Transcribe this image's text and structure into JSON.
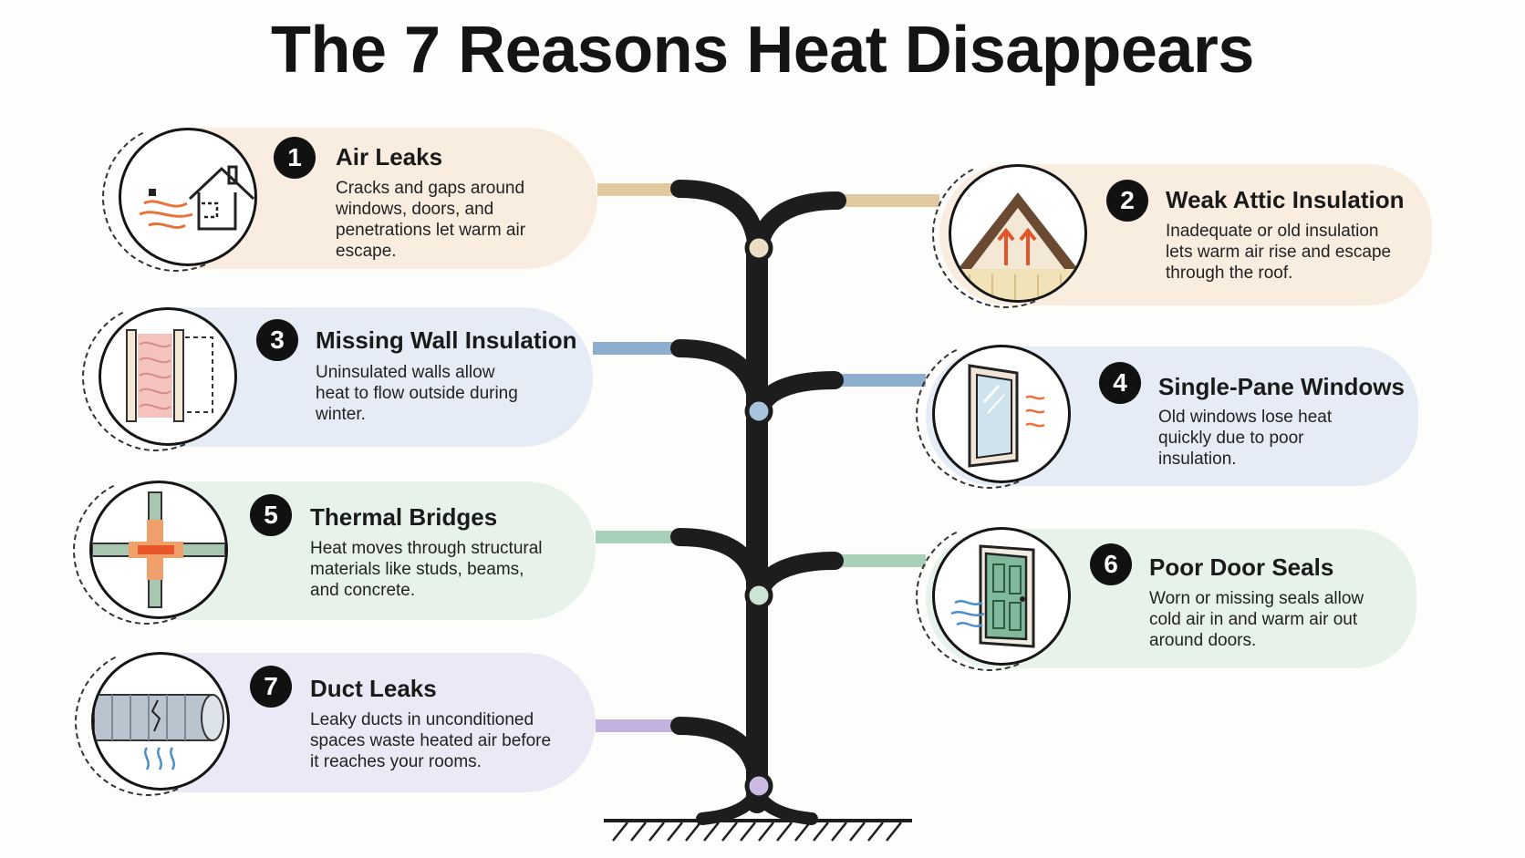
{
  "title": "The 7 Reasons Heat Disappears",
  "colors": {
    "peach": "#f9ede0",
    "blue": "#e5ecf5",
    "mint": "#e7f2ea",
    "lavender": "#ece8f5",
    "trunk": "#1d1d1d"
  },
  "reasons": [
    {
      "number": "1",
      "title": "Air Leaks",
      "description": "Cracks and gaps around windows, doors, and penetrations let warm air escape.",
      "icon": "house-airflow-icon"
    },
    {
      "number": "2",
      "title": "Weak Attic Insulation",
      "description": "Inadequate or old insulation lets warm air rise and escape through the roof.",
      "icon": "attic-heat-icon"
    },
    {
      "number": "3",
      "title": "Missing Wall Insulation",
      "description": "Uninsulated walls allow heat to flow outside during winter.",
      "icon": "wall-insulation-icon"
    },
    {
      "number": "4",
      "title": "Single-Pane Windows",
      "description": "Old windows lose heat quickly due to poor insulation.",
      "icon": "window-heat-icon"
    },
    {
      "number": "5",
      "title": "Thermal Bridges",
      "description": "Heat moves through structural materials like studs, beams, and concrete.",
      "icon": "thermal-bridge-icon"
    },
    {
      "number": "6",
      "title": "Poor Door Seals",
      "description": "Worn or missing seals allow cold air in and warm air out around doors.",
      "icon": "door-draft-icon"
    },
    {
      "number": "7",
      "title": "Duct Leaks",
      "description": "Leaky ducts in unconditioned spaces waste heated air before it reaches your rooms.",
      "icon": "duct-leak-icon"
    }
  ]
}
